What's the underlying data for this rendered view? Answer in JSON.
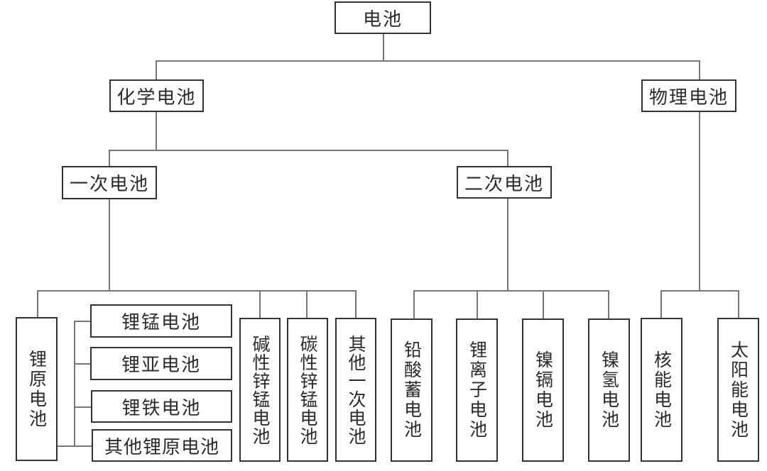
{
  "root": {
    "label": "电池"
  },
  "level1": {
    "chemical": {
      "label": "化学电池"
    },
    "physical": {
      "label": "物理电池"
    }
  },
  "chemical": {
    "primary": {
      "label": "一次电池"
    },
    "secondary": {
      "label": "二次电池"
    }
  },
  "primary_children": {
    "lithium_primary": {
      "label": "锂原电池"
    },
    "lithium_sub": [
      {
        "label": "锂锰电池"
      },
      {
        "label": "锂亚电池"
      },
      {
        "label": "锂铁电池"
      },
      {
        "label": "其他锂原电池"
      }
    ],
    "alkaline": {
      "label": "碱性锌锰电池"
    },
    "carbon": {
      "label": "碳性锌锰电池"
    },
    "other_primary": {
      "label": "其他一次电池"
    }
  },
  "secondary_children": [
    {
      "label": "铅酸蓄电池"
    },
    {
      "label": "锂离子电池"
    },
    {
      "label": "镍镉电池"
    },
    {
      "label": "镍氢电池"
    }
  ],
  "physical_children": [
    {
      "label": "核能电池"
    },
    {
      "label": "太阳能电池"
    }
  ],
  "colors": {
    "box_border": "#333333",
    "connector": "#777777",
    "text": "#2b2b2b",
    "background": "#ffffff"
  }
}
